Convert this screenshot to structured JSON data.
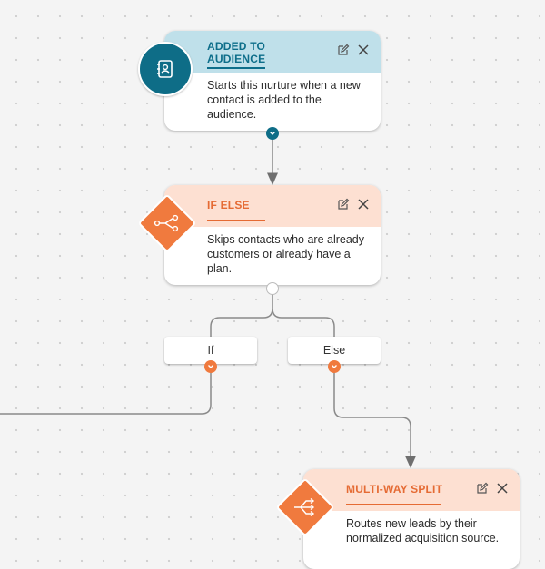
{
  "nodes": {
    "added": {
      "title_line1": "ADDED TO",
      "title_line2": "AUDIENCE",
      "description": "Starts this nurture when a new contact is added to the audience.",
      "icon": "contact-book-icon",
      "color": "#0e6d87"
    },
    "ifelse": {
      "title": "IF ELSE",
      "description": "Skips contacts who are already customers or already have a plan.",
      "icon": "branch-icon",
      "color": "#f07a3e"
    },
    "split": {
      "title": "MULTI-WAY SPLIT",
      "description": "Routes new leads by their normalized acquisition source.",
      "icon": "split-arrows-icon",
      "color": "#f07a3e"
    }
  },
  "branches": {
    "if_label": "If",
    "else_label": "Else"
  },
  "actions": {
    "edit_icon": "edit-icon",
    "close_icon": "close-icon"
  },
  "colors": {
    "canvas": "#f4f4f4",
    "connector": "#9a9a9a",
    "trigger_header": "#bfe0ea",
    "action_header": "#fde0d2"
  }
}
